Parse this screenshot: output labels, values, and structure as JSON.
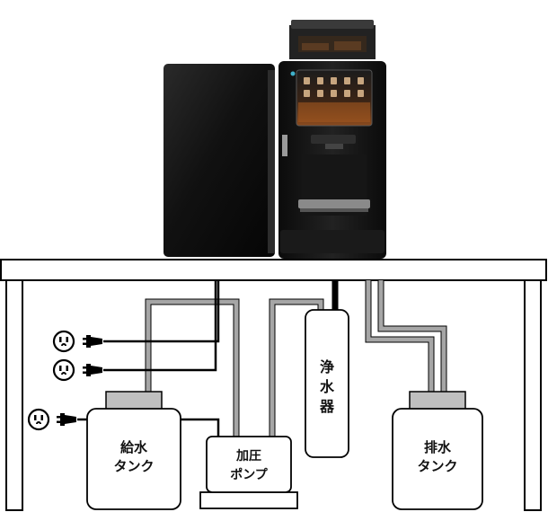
{
  "diagram": {
    "components": {
      "water_supply_tank": {
        "line1": "給水",
        "line2": "タンク"
      },
      "pressure_pump": {
        "line1": "加圧",
        "line2": "ポンプ"
      },
      "water_purifier": {
        "ch1": "浄",
        "ch2": "水",
        "ch3": "器"
      },
      "drain_tank": {
        "line1": "排水",
        "line2": "タンク"
      }
    },
    "colors": {
      "water_line": "#a6a6a6",
      "power_cord": "#000000",
      "outline": "#000000",
      "machine_body": "#141414",
      "screen_glow": "#6b3a1a"
    },
    "icons": [
      "coffee-machine-icon",
      "power-outlet-icon",
      "power-plug-icon"
    ]
  }
}
